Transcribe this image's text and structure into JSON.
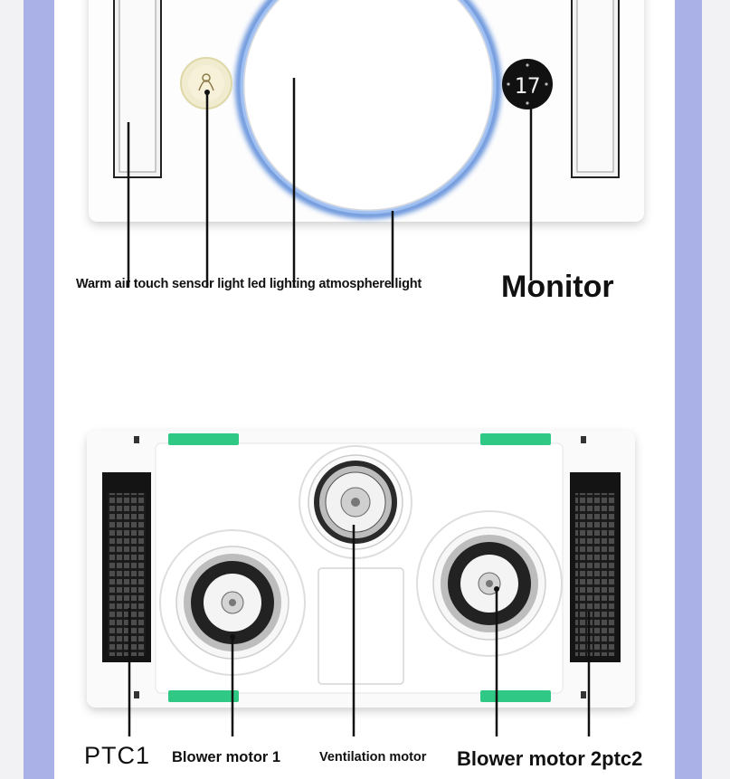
{
  "labels": {
    "top_caption": "Warm air touch sensor light led lighting atmosphere light",
    "monitor": "Monitor",
    "ptc1": "PTC1",
    "blower_motor_1": "Blower motor 1",
    "ventilation_motor": "Ventilation motor",
    "blower_motor_2_ptc2": "Blower motor 2ptc2"
  },
  "display": {
    "readout": "17"
  },
  "colors": {
    "side_band": "#a9b1e6",
    "atmosphere_ring": "#4f82d6",
    "rubber_strip": "#2fc985",
    "panel": "#ffffff",
    "display_bg": "#111111"
  }
}
